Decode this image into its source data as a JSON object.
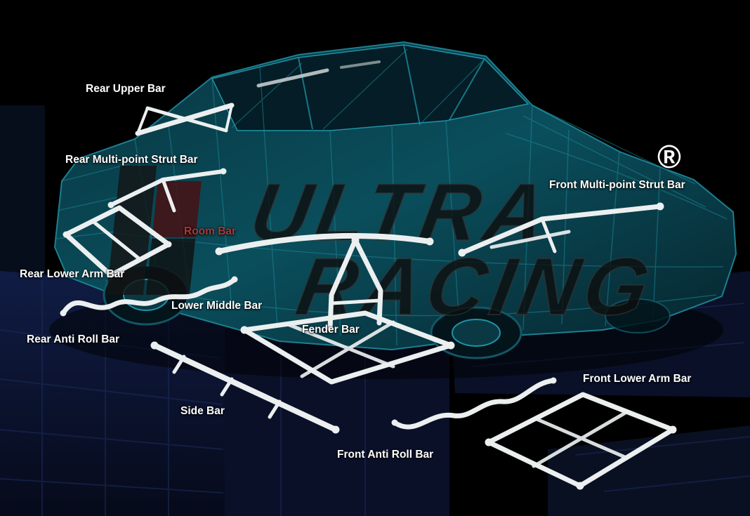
{
  "watermark": {
    "line1": "ULTRA",
    "line2": "RACING",
    "registered_mark": "®"
  },
  "labels": [
    {
      "id": "rear-upper-bar",
      "text": "Rear Upper Bar"
    },
    {
      "id": "rear-multi-point-strut-bar",
      "text": "Rear Multi-point Strut Bar"
    },
    {
      "id": "room-bar",
      "text": "Room Bar"
    },
    {
      "id": "rear-lower-arm-bar",
      "text": "Rear Lower Arm Bar"
    },
    {
      "id": "lower-middle-bar",
      "text": "Lower Middle Bar"
    },
    {
      "id": "rear-anti-roll-bar",
      "text": "Rear Anti Roll Bar"
    },
    {
      "id": "fender-bar",
      "text": "Fender Bar"
    },
    {
      "id": "side-bar",
      "text": "Side Bar"
    },
    {
      "id": "front-anti-roll-bar",
      "text": "Front Anti Roll Bar"
    },
    {
      "id": "front-multi-point-strut-bar",
      "text": "Front Multi-point Strut Bar"
    },
    {
      "id": "front-lower-arm-bar",
      "text": "Front Lower Arm Bar"
    }
  ],
  "colors": {
    "background": "#000000",
    "label_text": "#ffffff",
    "room_bar_label": "#a63a3a",
    "car_body_teal": "#0a4e5c",
    "car_wireframe": "#1f93a5",
    "bar_white": "#eceff0",
    "platform_navy": "#0c1633",
    "watermark_dark": "#0d0d0d"
  }
}
